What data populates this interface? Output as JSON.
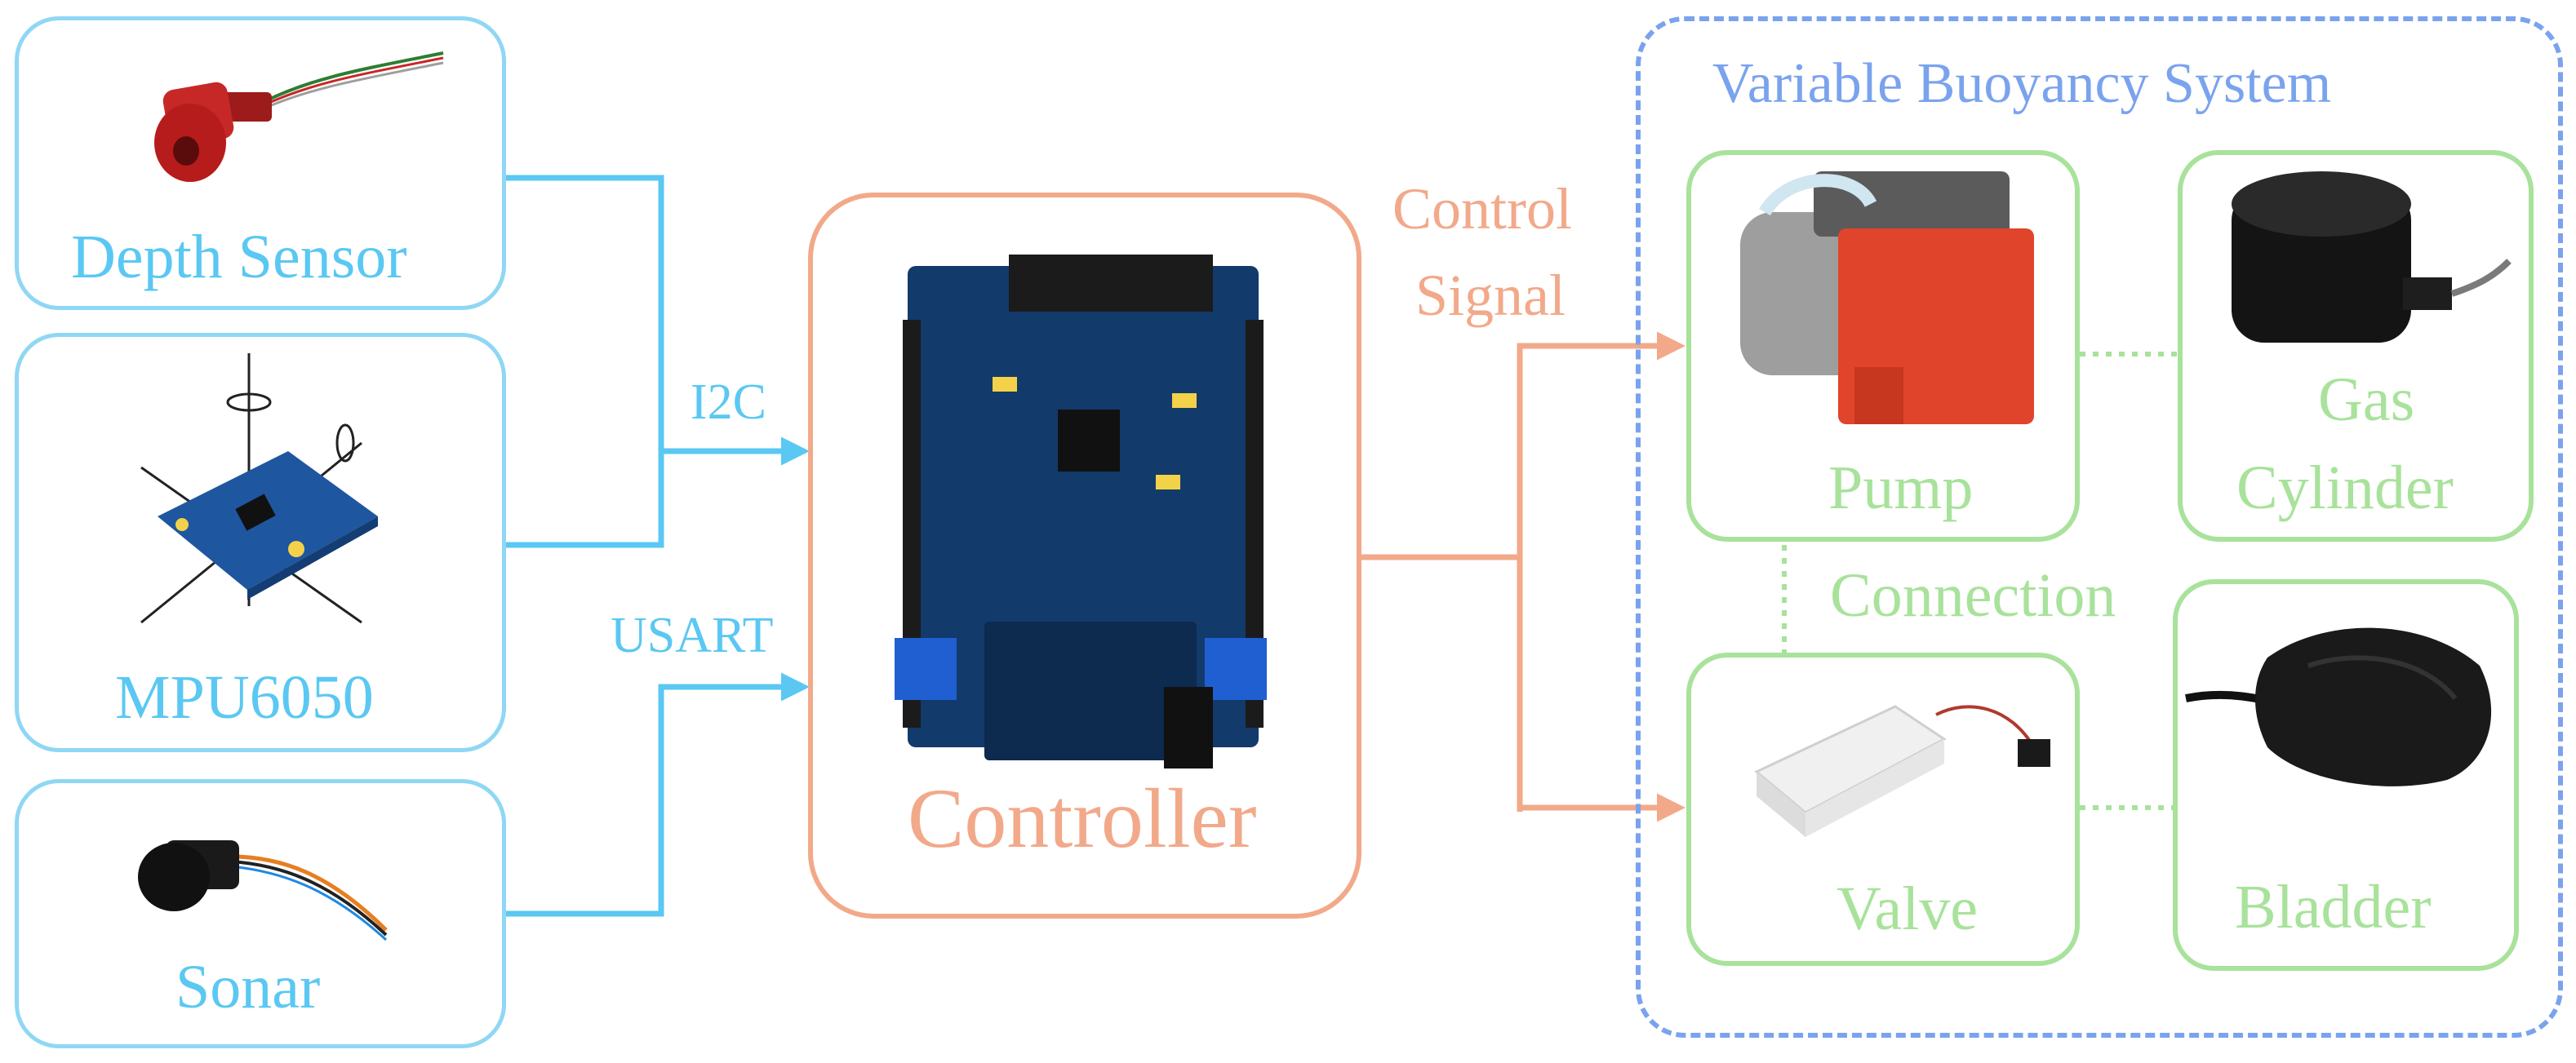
{
  "sensors": {
    "depth_sensor": "Depth Sensor",
    "mpu6050": "MPU6050",
    "sonar": "Sonar"
  },
  "buses": {
    "i2c": "I2C",
    "usart": "USART"
  },
  "controller": {
    "label": "Controller"
  },
  "control_signal": {
    "line1": "Control",
    "line2": "Signal"
  },
  "vbs": {
    "title": "Variable Buoyancy System",
    "pump": "Pump",
    "gas_cylinder_line1": "Gas",
    "gas_cylinder_line2": "Cylinder",
    "valve": "Valve",
    "bladder": "Bladder",
    "connection": "Connection"
  },
  "colors": {
    "sensor": "#5ac8f2",
    "controller": "#f2a98a",
    "vbs": "#7aa3ee",
    "component": "#a8e29b"
  },
  "icons": {
    "depth_sensor": "red-cylindrical-depth-sensor",
    "mpu6050": "imu-board-with-xyz-axes",
    "sonar": "sonar-transducer",
    "controller": "microcontroller-board",
    "pump": "red-diaphragm-pump",
    "gas_cylinder": "black-gas-cylinder",
    "valve": "white-solenoid-valve",
    "bladder": "black-air-bladder"
  }
}
